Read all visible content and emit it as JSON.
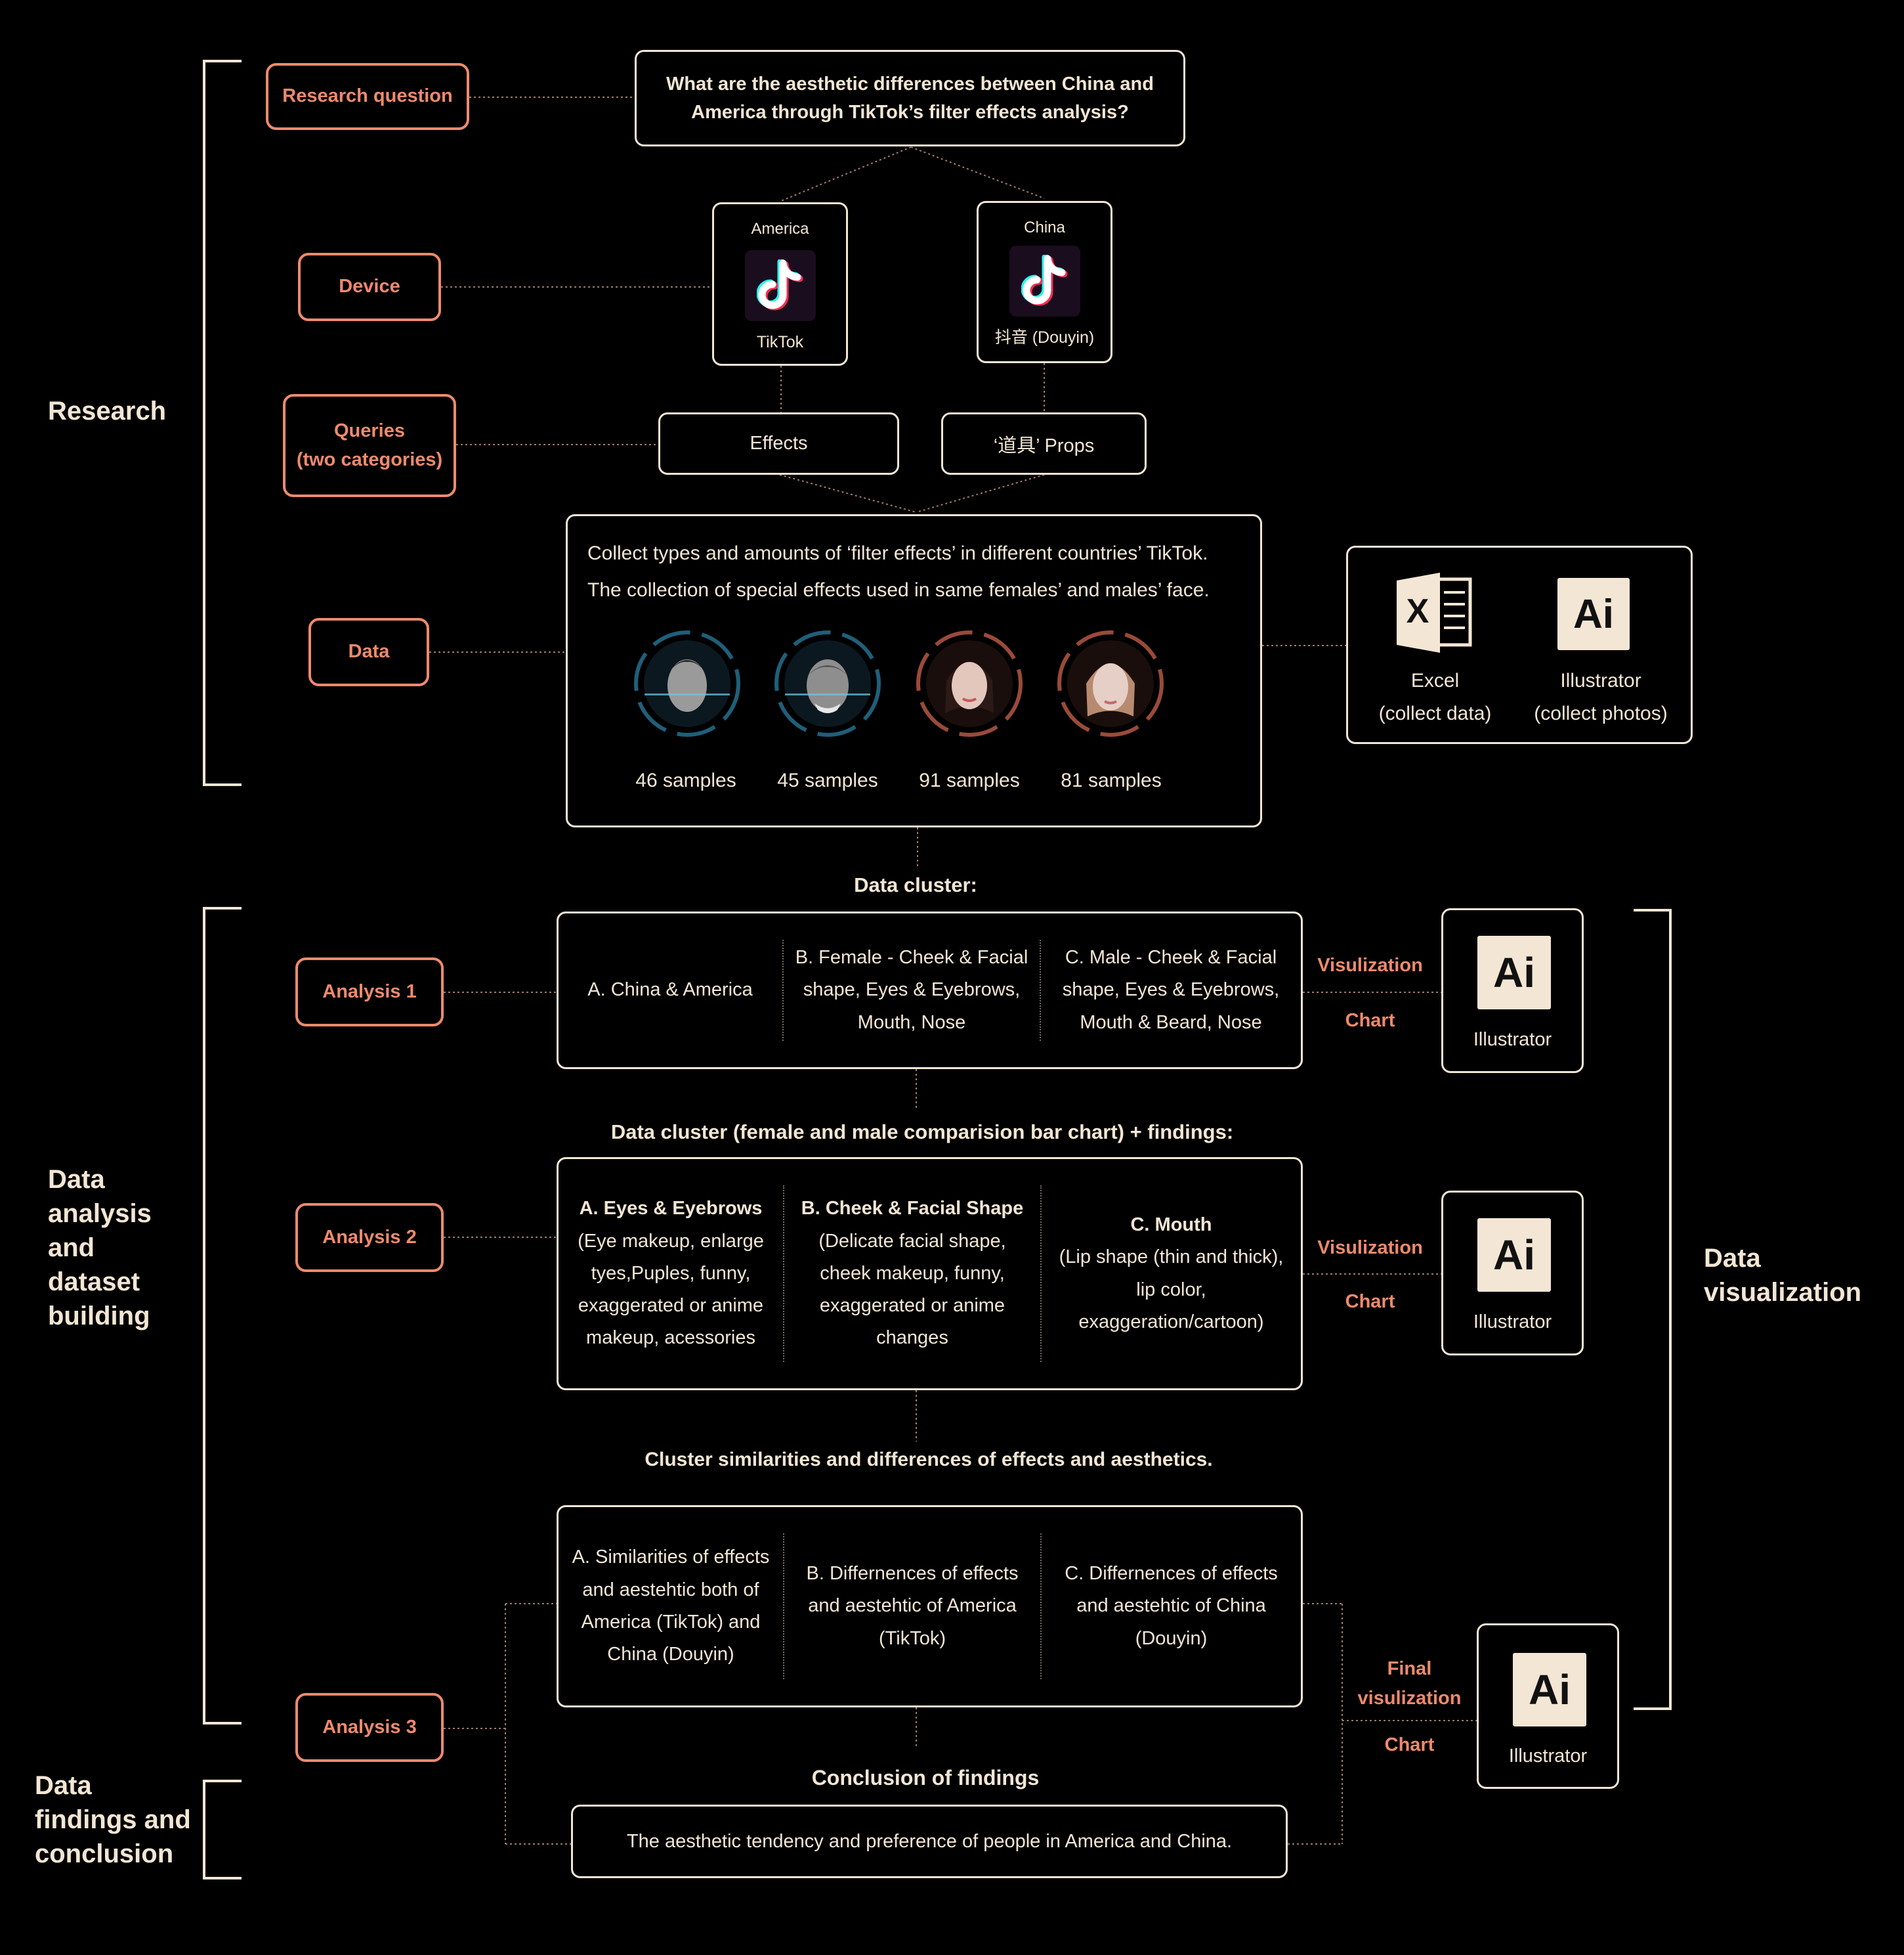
{
  "sections": {
    "research": "Research",
    "analysis": "Data analysis and dataset building",
    "findings": "Data findings and conclusion",
    "visualization": "Data visualization"
  },
  "labels": {
    "research_question": "Research question",
    "device": "Device",
    "queries_line1": "Queries",
    "queries_line2": "(two categories)",
    "data": "Data",
    "analysis1": "Analysis 1",
    "analysis2": "Analysis 2",
    "analysis3": "Analysis 3"
  },
  "question": "What are the aesthetic differences between China and America through TikTok’s filter effects analysis?",
  "devices": [
    {
      "region": "America",
      "app": "TikTok"
    },
    {
      "region": "China",
      "app": "抖音 (Douyin)"
    }
  ],
  "queries": [
    "Effects",
    "‘道具’ Props"
  ],
  "data_box": {
    "line1": "Collect types and amounts of ‘filter effects’ in different countries’ TikTok.",
    "line2": "The collection of special effects used in same females’ and males’ face.",
    "samples": [
      "46 samples",
      "45 samples",
      "91 samples",
      "81 samples"
    ]
  },
  "tools": {
    "excel": {
      "logo": "X",
      "name": "Excel",
      "desc": "(collect data)"
    },
    "illustrator": {
      "logo": "Ai",
      "name": "Illustrator",
      "desc": "(collect photos)"
    }
  },
  "headings": {
    "cluster1": "Data cluster:",
    "cluster2": "Data cluster (female and male comparision bar chart) + findings:",
    "cluster3": "Cluster similarities and differences of effects and aesthetics.",
    "conclusion": "Conclusion of findings"
  },
  "analysis1_cols": [
    "A. China & America",
    "B. Female - Cheek & Facial shape, Eyes & Eyebrows, Mouth, Nose",
    "C. Male - Cheek & Facial shape, Eyes & Eyebrows, Mouth & Beard, Nose"
  ],
  "analysis2_cols": [
    {
      "title": "A. Eyes & Eyebrows",
      "body": "(Eye makeup, enlarge tyes,Puples, funny, exaggerated or anime makeup, acessories"
    },
    {
      "title": "B. Cheek & Facial Shape",
      "body": "(Delicate facial shape, cheek makeup, funny, exaggerated or anime changes"
    },
    {
      "title": "C. Mouth",
      "body": "(Lip shape (thin and thick), lip color, exaggeration/cartoon)"
    }
  ],
  "analysis3_cols": [
    "A. Similarities of effects and aestehtic both of America (TikTok) and China (Douyin)",
    "B. Differnences of effects and aestehtic of America (TikTok)",
    "C. Differnences of effects and aestehtic of China (Douyin)"
  ],
  "conclusion_text": "The aesthetic tendency and preference of people in America and China.",
  "viz": {
    "vizulization": "Visulization",
    "chart": "Chart",
    "final_line1": "Final",
    "final_line2": "visulization",
    "ai_logo": "Ai",
    "ai_name": "Illustrator"
  },
  "colors": {
    "accent": "#ee8a6c",
    "cream": "#f3e6d4",
    "background": "#000000"
  }
}
